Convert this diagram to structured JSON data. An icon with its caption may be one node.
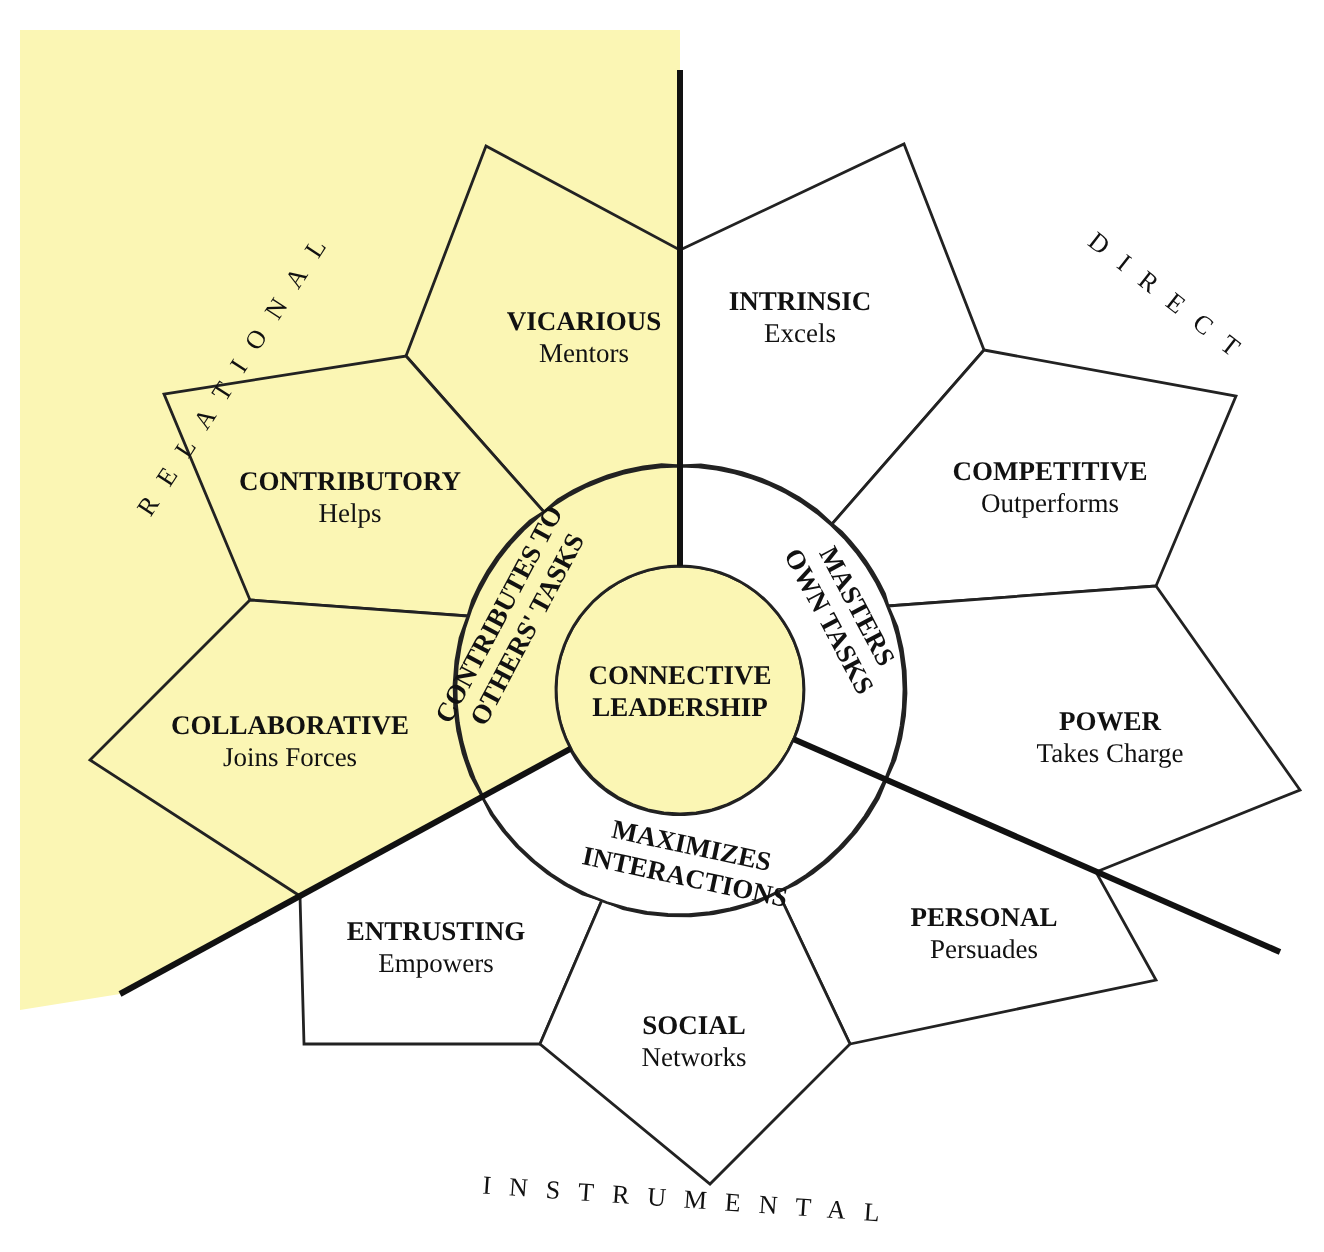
{
  "diagram": {
    "nodes": [
      {
        "text": [
          "VICARIOUS",
          "Mentors"
        ]
      },
      {
        "text": [
          "INTRINSIC",
          "Excels"
        ]
      },
      {
        "text": [
          "CONTRIBUTORY",
          "Helps"
        ]
      },
      {
        "text": [
          "COMPETITIVE",
          "Outperforms"
        ]
      },
      {
        "text": [
          "CONTRIBUTES TO OTHERS' TASKS"
        ]
      },
      {
        "text": [
          "MASTERS OWN TASKS"
        ]
      },
      {
        "text": [
          "CONNECTIVE LEADERSHIP"
        ]
      },
      {
        "text": [
          "COLLABORATIVE",
          "Joins Forces"
        ]
      },
      {
        "text": [
          "POWER",
          "Takes Charge"
        ]
      },
      {
        "text": [
          "MAXIMIZES INTERACTIONS"
        ]
      },
      {
        "text": [
          "ENTRUSTING",
          "Empowers"
        ]
      },
      {
        "text": [
          "PERSONAL",
          "Persuades"
        ]
      },
      {
        "text": [
          "SOCIAL",
          "Networks"
        ]
      }
    ],
    "labels": [
      "RELATIONAL",
      "DIRECT",
      "INSTRUMENTAL"
    ]
  }
}
